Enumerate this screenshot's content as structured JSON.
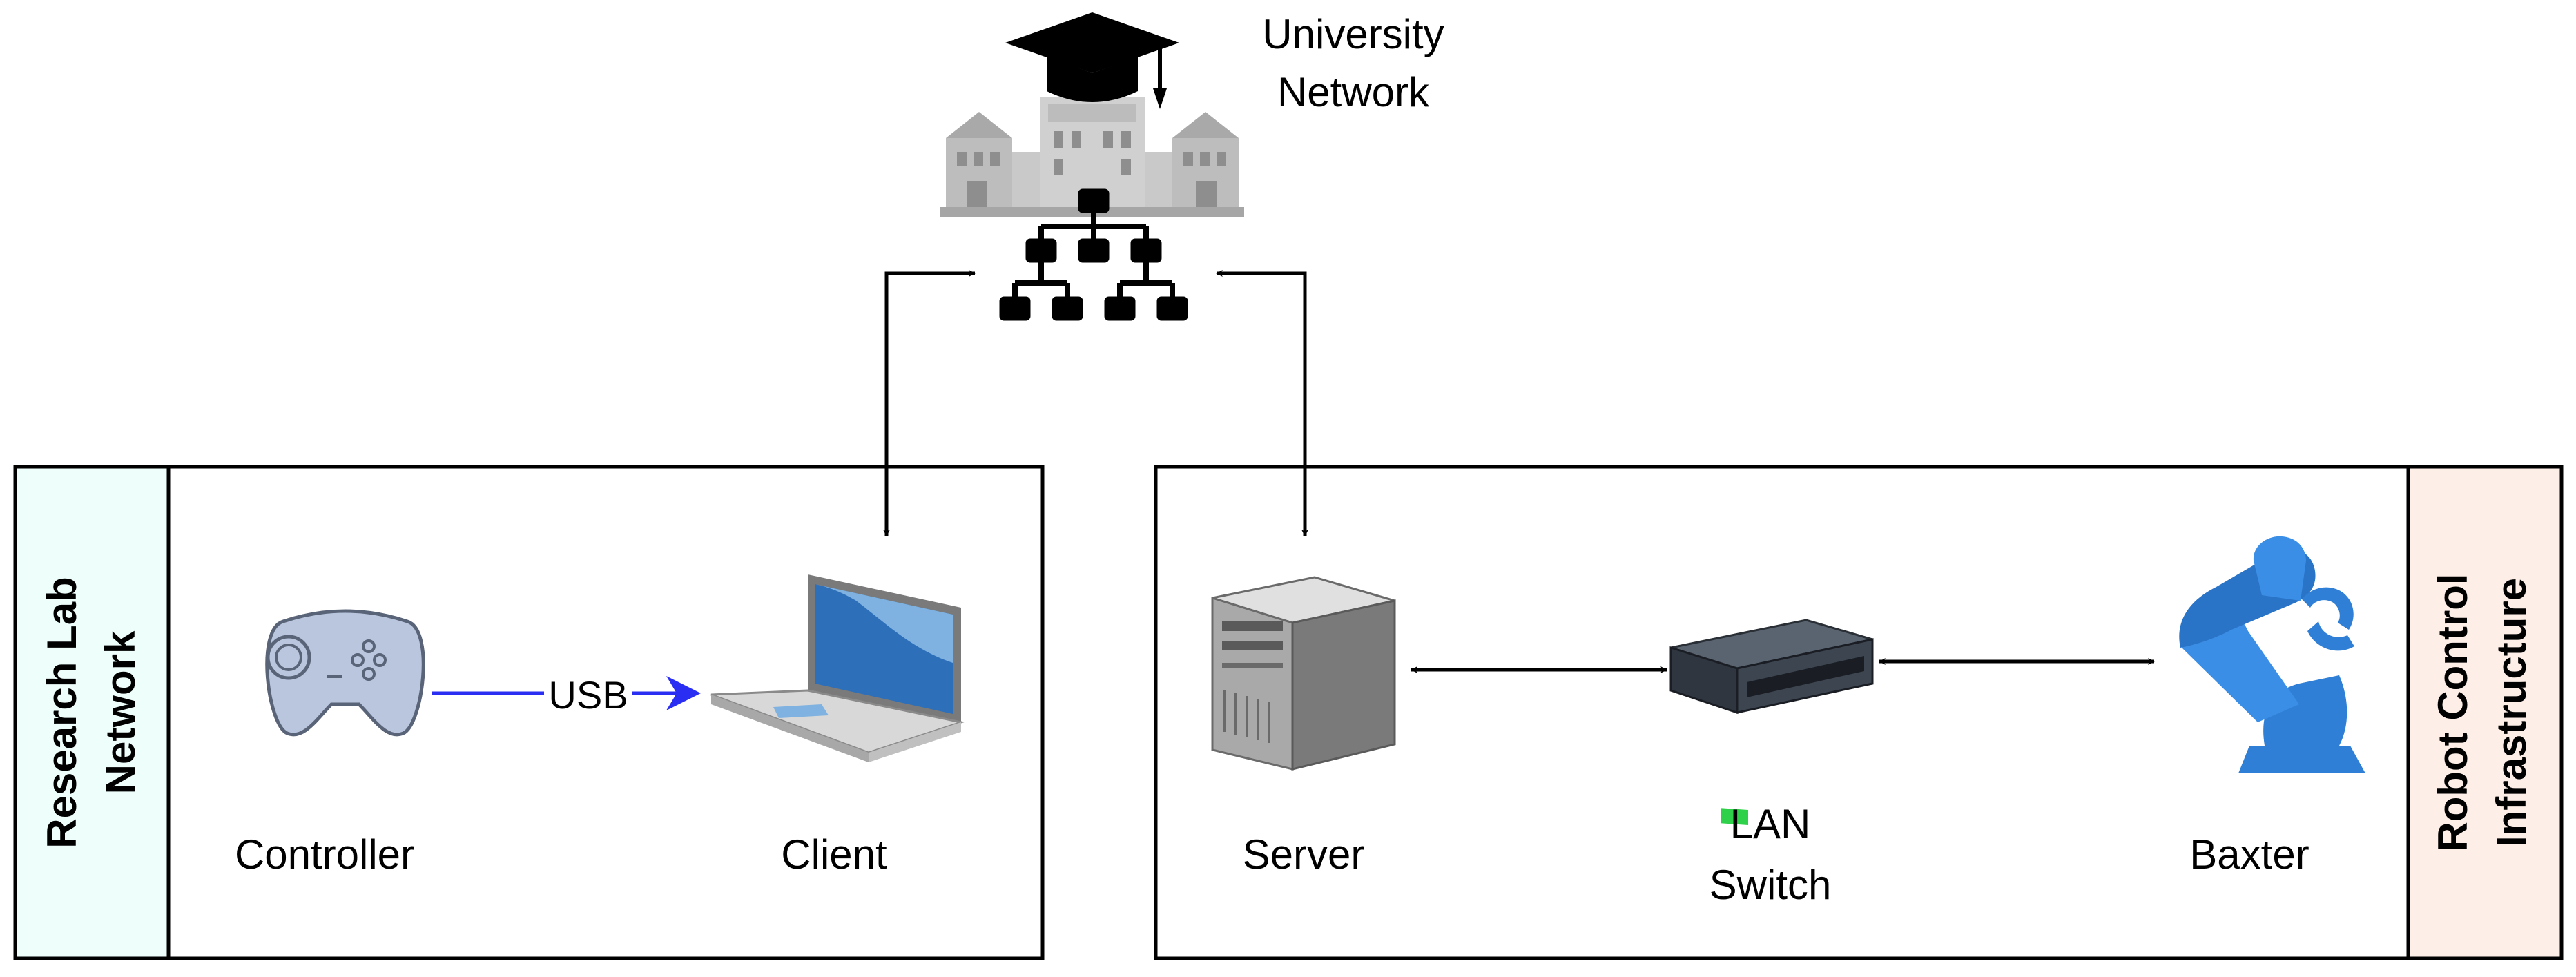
{
  "university": {
    "label_line1": "University",
    "label_line2": "Network"
  },
  "left_box": {
    "title_line1": "Research Lab",
    "title_line2": "Network",
    "title_fill": "#eefefb",
    "controller_label": "Controller",
    "client_label": "Client",
    "usb_label": "USB"
  },
  "right_box": {
    "title_line1": "Robot Control",
    "title_line2": "Infrastructure",
    "title_fill": "#fdeee7",
    "server_label": "Server",
    "switch_label_line1": "LAN",
    "switch_label_line2": "Switch",
    "baxter_label": "Baxter"
  },
  "colors": {
    "usb_arrow": "#2a2df2",
    "robot_blue": "#2f7fd6",
    "building_gray": "#b5b5b5"
  },
  "icons": [
    "graduation-cap-icon",
    "university-building-icon",
    "network-hierarchy-icon",
    "gamepad-icon",
    "laptop-icon",
    "server-tower-icon",
    "lan-switch-icon",
    "robot-arm-icon"
  ]
}
